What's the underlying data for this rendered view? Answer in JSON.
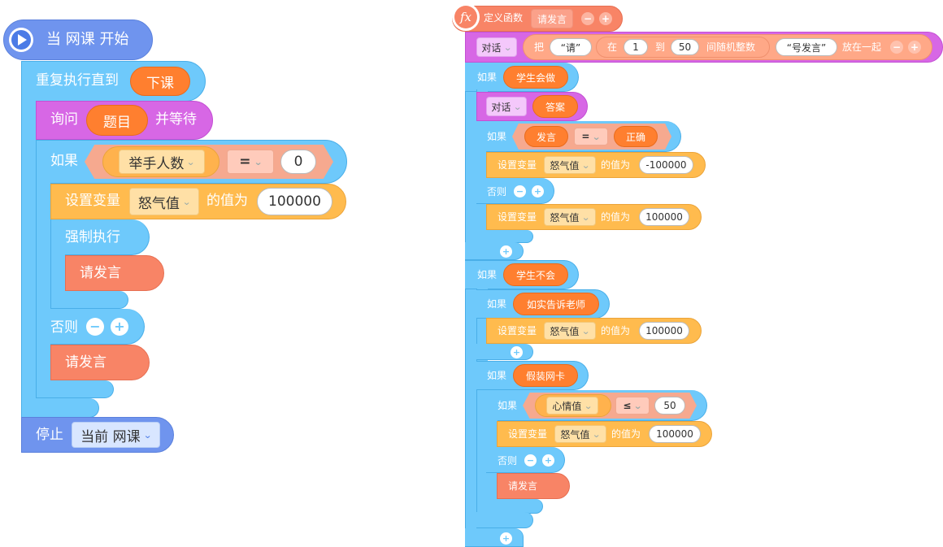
{
  "left": {
    "event": {
      "text": "当 网课 开始"
    },
    "repeat": {
      "label": "重复执行直到",
      "cond": "下课"
    },
    "ask": {
      "label": "询问",
      "q": "题目",
      "tail": "并等待"
    },
    "if1": {
      "label": "如果",
      "var": "举手人数",
      "op": "=",
      "val": "0"
    },
    "set1": {
      "label": "设置变量",
      "var": "怒气值",
      "mid": "的值为",
      "val": "100000"
    },
    "force": {
      "label": "强制执行"
    },
    "call1": {
      "label": "请发言"
    },
    "else1": {
      "label": "否则",
      "minus": "−",
      "plus": "+"
    },
    "call2": {
      "label": "请发言"
    },
    "stop": {
      "label": "停止",
      "target": "当前 网课"
    }
  },
  "right": {
    "fx": {
      "icon": "fx",
      "label": "定义函数",
      "name": "请发言",
      "minus": "−",
      "plus": "+"
    },
    "dialog1": {
      "label": "对话",
      "join_a": "把",
      "q1": "“请”",
      "rand_a": "在",
      "r1": "1",
      "rand_b": "到",
      "r2": "50",
      "rand_c": "间随机整数",
      "q2": "“号发言”",
      "join_b": "放在一起",
      "minus": "−",
      "plus": "+"
    },
    "ifA": {
      "label": "如果",
      "cond": "学生会做"
    },
    "dialog2": {
      "label": "对话",
      "val": "答案"
    },
    "ifB": {
      "label": "如果",
      "l": "发言",
      "op": "=",
      "r": "正确"
    },
    "setB": {
      "label": "设置变量",
      "var": "怒气值",
      "mid": "的值为",
      "val": "-100000"
    },
    "elseB": {
      "label": "否则",
      "minus": "−",
      "plus": "+"
    },
    "setC": {
      "label": "设置变量",
      "var": "怒气值",
      "mid": "的值为",
      "val": "100000"
    },
    "plusB": "+",
    "ifC": {
      "label": "如果",
      "cond": "学生不会"
    },
    "ifD": {
      "label": "如果",
      "cond": "如实告诉老师"
    },
    "setD": {
      "label": "设置变量",
      "var": "怒气值",
      "mid": "的值为",
      "val": "100000"
    },
    "plusD": "+",
    "ifE": {
      "label": "如果",
      "cond": "假装网卡"
    },
    "ifF": {
      "label": "如果",
      "var": "心情值",
      "op": "≤",
      "val": "50"
    },
    "setF": {
      "label": "设置变量",
      "var": "怒气值",
      "mid": "的值为",
      "val": "100000"
    },
    "elseF": {
      "label": "否则",
      "minus": "−",
      "plus": "+"
    },
    "callF": {
      "label": "请发言"
    },
    "plusF": "+",
    "plusE": "+"
  },
  "colors": {
    "control": "#6ec9fb",
    "event": "#6f94ee",
    "sensing": "#d767e5",
    "variable": "#ffbb4e",
    "function": "#f88466",
    "reporter": "#ff7f2f"
  }
}
